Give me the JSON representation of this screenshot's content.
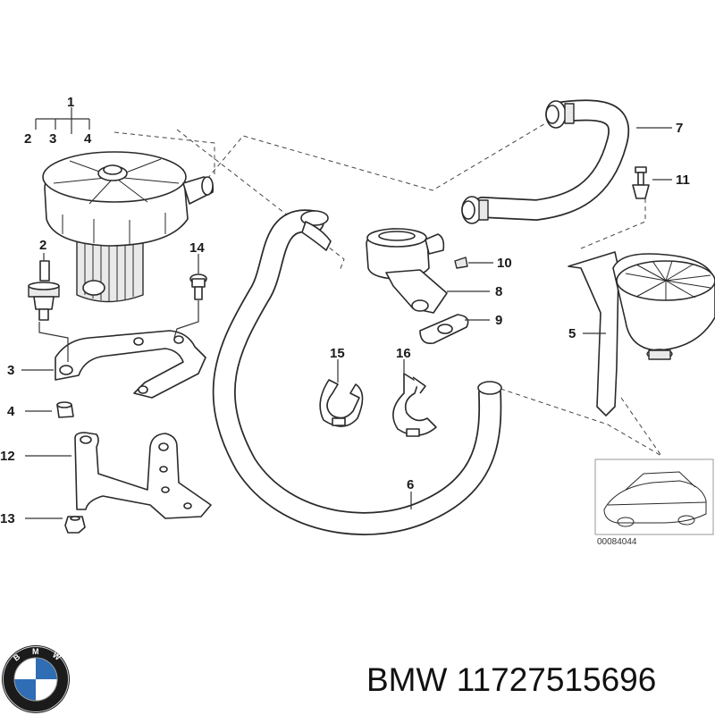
{
  "callouts": {
    "c1": "1",
    "c2": "2",
    "c3": "3",
    "c4": "4",
    "c2b": "2",
    "c14": "14",
    "c3b": "3",
    "c4b": "4",
    "c12": "12",
    "c13": "13",
    "c15": "15",
    "c16": "16",
    "c6": "6",
    "c7": "7",
    "c11": "11",
    "c10": "10",
    "c8": "8",
    "c9": "9",
    "c5": "5"
  },
  "inset": {
    "drawing_number": "00084044"
  },
  "footer": {
    "brand": "BMW",
    "part_number": "11727515696"
  },
  "colors": {
    "line": "#2a2a2a",
    "logo_blue": "#2f6db5",
    "logo_ring": "#1b1b1b"
  },
  "icons": {
    "logo": "bmw-roundel-logo"
  }
}
